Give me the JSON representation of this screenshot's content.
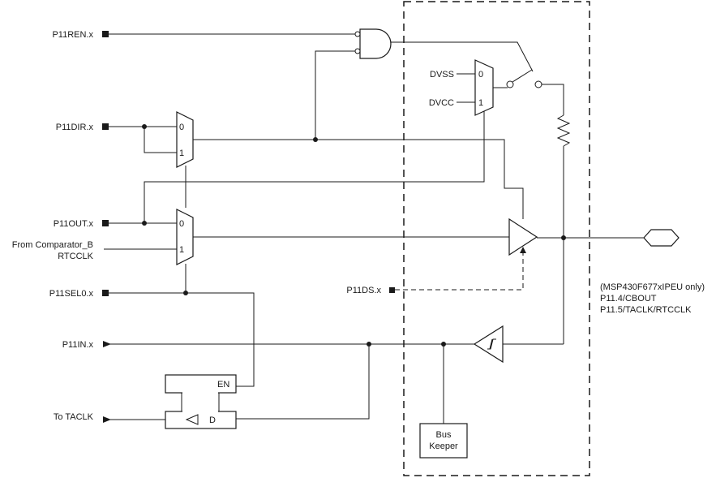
{
  "signals": {
    "p11ren": "P11REN.x",
    "p11dir": "P11DIR.x",
    "p11out": "P11OUT.x",
    "from_comp_line1": "From Comparator_B",
    "from_comp_line2": "RTCCLK",
    "p11sel0": "P11SEL0.x",
    "p11in": "P11IN.x",
    "to_taclk": "To TACLK",
    "p11ds": "P11DS.x"
  },
  "mux_labels": {
    "zero": "0",
    "one": "1"
  },
  "supply": {
    "dvss": "DVSS",
    "dvcc": "DVCC"
  },
  "latch": {
    "en": "EN",
    "d": "D"
  },
  "bus_keeper": {
    "line1": "Bus",
    "line2": "Keeper"
  },
  "pin_note": {
    "line1": "(MSP430F677xIPEU only)",
    "line2": "P11.4/CBOUT",
    "line3": "P11.5/TACLK/RTCCLK"
  }
}
